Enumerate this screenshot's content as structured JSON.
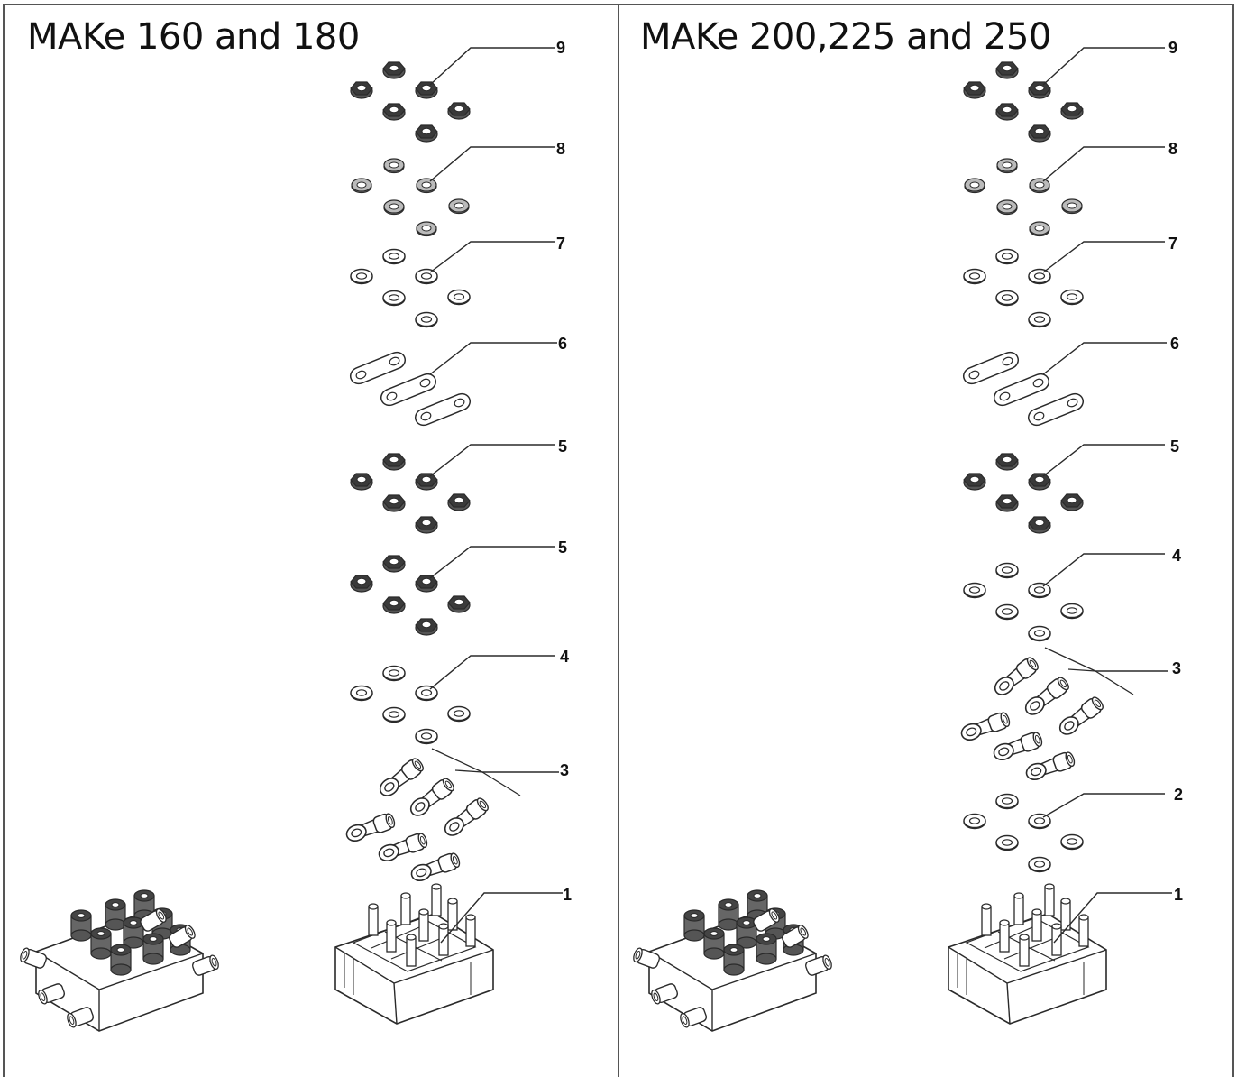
{
  "colors": {
    "line": "#2a2a2a",
    "nut_fill": "#3a3a3a",
    "washer_fill": "#ffffff",
    "background": "#ffffff"
  },
  "panels": [
    {
      "title": "MAKe 160 and 180",
      "callouts": [
        "9",
        "8",
        "7",
        "6",
        "5",
        "5",
        "4",
        "3",
        "1"
      ]
    },
    {
      "title": "MAKe 200,225 and 250",
      "callouts": [
        "9",
        "8",
        "7",
        "6",
        "5",
        "4",
        "3",
        "2",
        "1"
      ]
    }
  ],
  "icons": [
    "hex-nut-icon",
    "lock-washer-icon",
    "flat-washer-icon",
    "link-bar-icon",
    "ring-terminal-icon",
    "terminal-block-icon",
    "assembled-terminal-block-icon"
  ]
}
